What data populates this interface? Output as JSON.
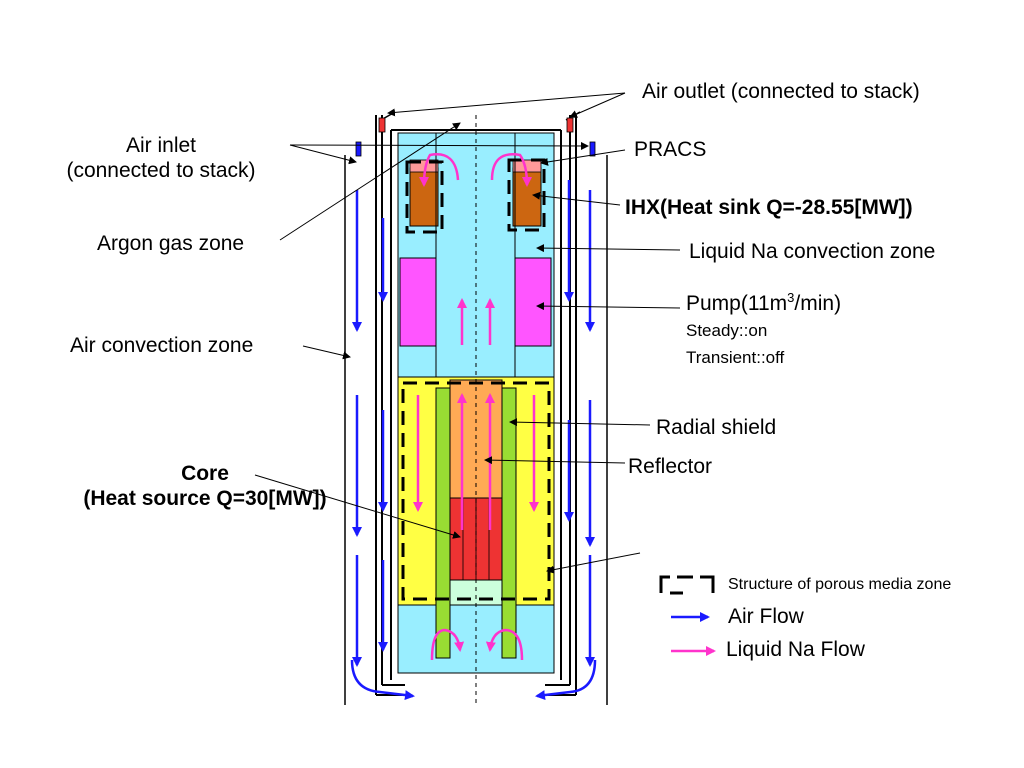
{
  "labels": {
    "air_outlet": "Air outlet (connected to stack)",
    "air_inlet_line1": "Air inlet",
    "air_inlet_line2": "(connected to stack)",
    "pracs": "PRACS",
    "ihx": "IHX(Heat sink Q=-28.55[MW])",
    "argon_gas_zone": "Argon gas zone",
    "liquid_na_zone": "Liquid Na convection zone",
    "pump_prefix": "Pump(11m",
    "pump_sup": "3",
    "pump_suffix": "/min)",
    "pump_steady": "Steady::on",
    "pump_transient": "Transient::off",
    "air_convection_zone": "Air convection zone",
    "radial_shield": "Radial shield",
    "reflector": "Reflector",
    "core_line1": "Core",
    "core_line2": "(Heat source Q=30[MW])"
  },
  "legend": {
    "porous": "Structure of porous media zone",
    "air_flow": "Air Flow",
    "na_flow": "Liquid Na Flow"
  },
  "colors": {
    "air_flow": "#1a1aff",
    "na_flow": "#ff33cc",
    "sodium": "#99eeff",
    "shield": "#ffff44",
    "reflector": "#ffaa55",
    "core": "#ee3333",
    "pump": "#ff55ff",
    "ihx": "#cc6611",
    "rod": "#99dd33"
  }
}
